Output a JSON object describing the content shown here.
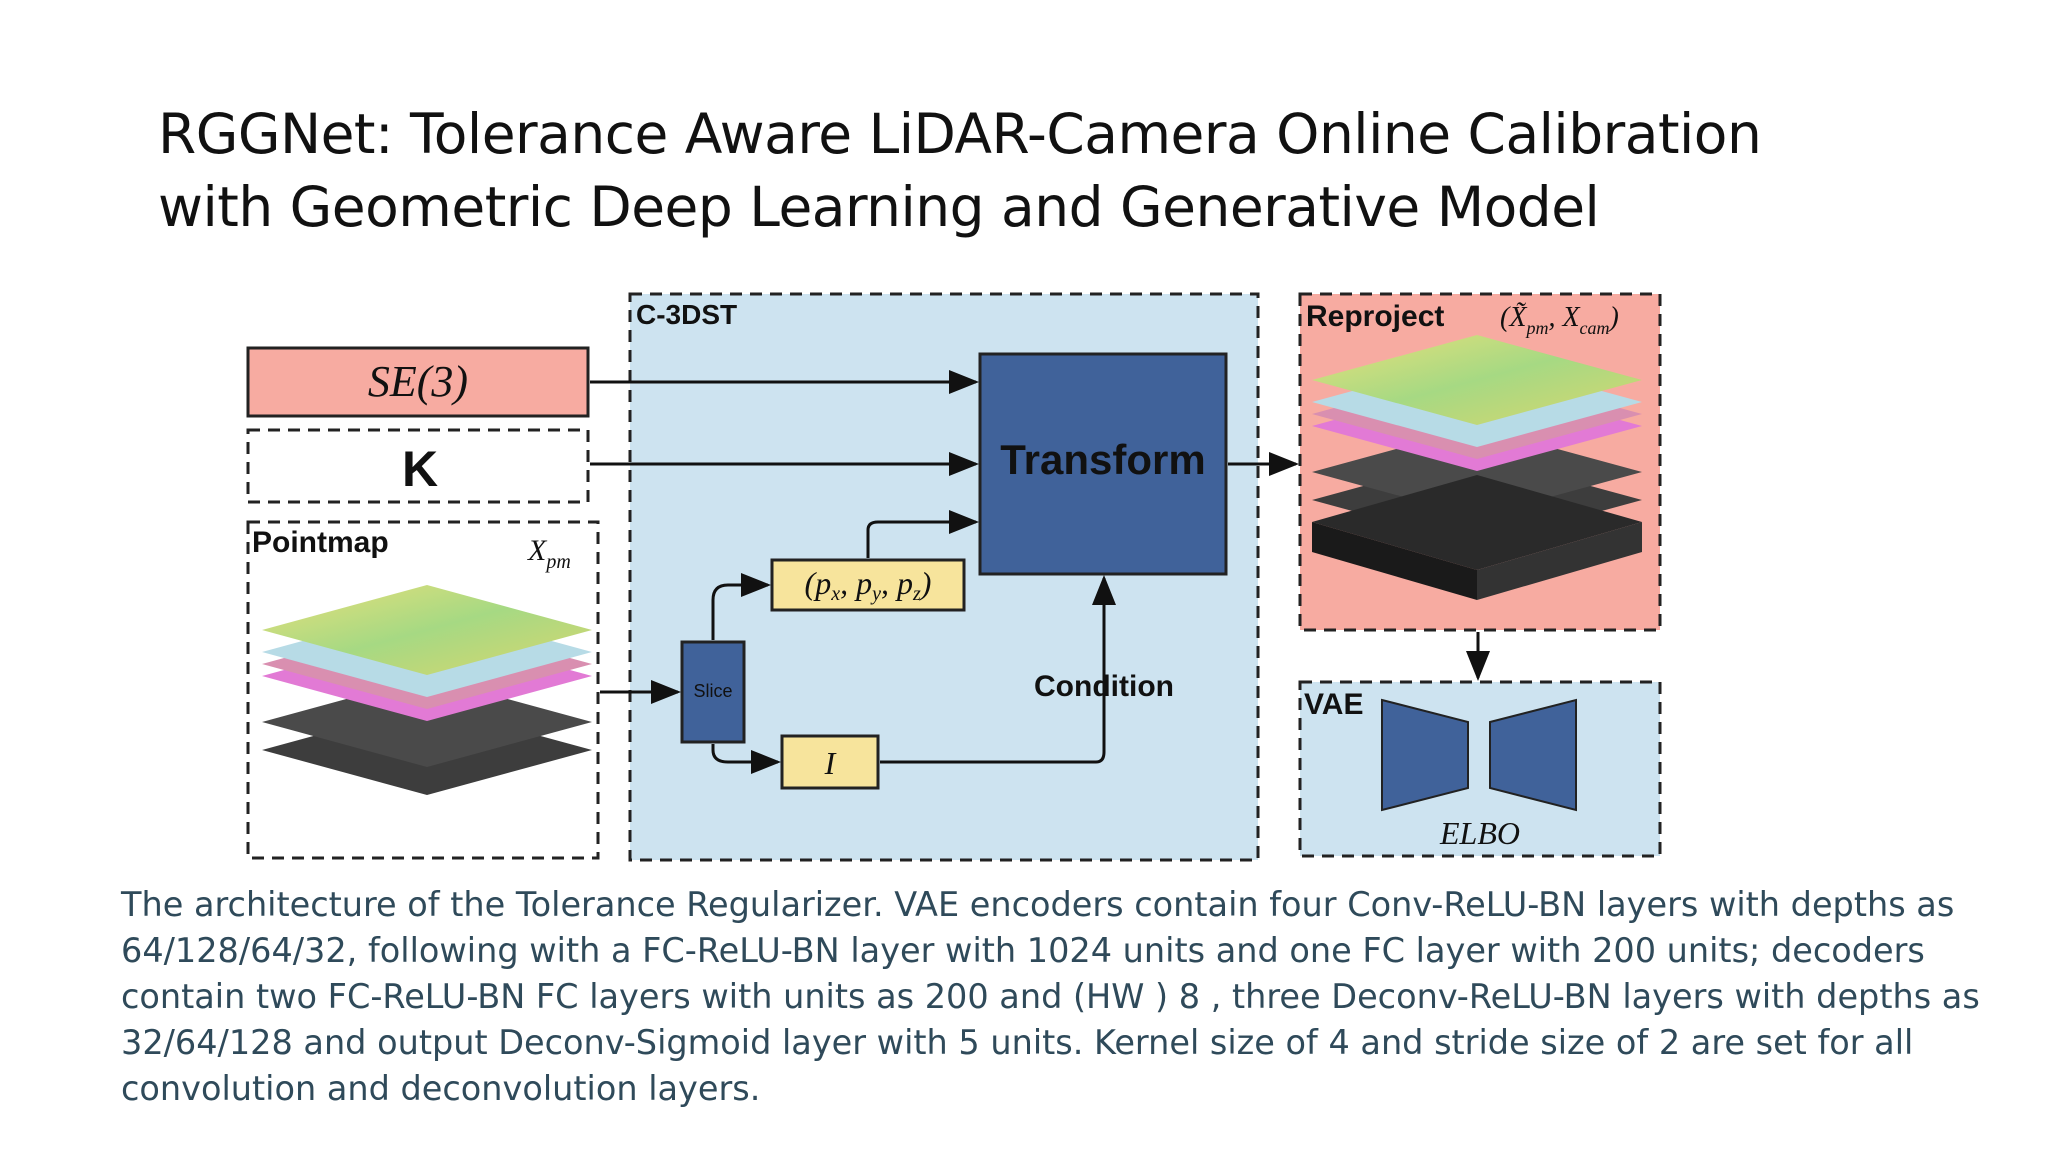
{
  "slide": {
    "title_line1": "RGGNet: Tolerance Aware LiDAR-Camera Online Calibration",
    "title_line2": "with Geometric Deep Learning and Generative Model",
    "caption": "The architecture of the Tolerance Regularizer. VAE encoders contain four Conv-ReLU-BN layers with depths as 64/128/64/32, following with a FC-ReLU-BN layer with 1024 units and one FC layer with 200 units; decoders contain two FC-ReLU-BN FC layers with units as 200 and (HW ) 8 , three Deconv-ReLU-BN layers with depths as 32/64/128 and output Deconv-Sigmoid layer with 5 units. Kernel size of 4 and stride size of 2 are set for all convolution and deconvolution layers."
  },
  "diagram": {
    "se3": "SE(3)",
    "k": "K",
    "pointmap_label": "Pointmap",
    "pointmap_symbol": "X",
    "pointmap_symbol_sub": "pm",
    "c3dst_label": "C-3DST",
    "transform_label": "Transform",
    "slice_label": "Slice",
    "pxyz_label": "(p",
    "i_label": "I",
    "condition_label": "Condition",
    "reproject_label": "Reproject",
    "reproject_symbol": "(X̃",
    "vae_label": "VAE",
    "elbo_label": "ELBO"
  },
  "colors": {
    "pink": "#f7aba1",
    "light_blue": "#cde3f0",
    "dark_blue": "#40629a",
    "yellow": "#f7e49c",
    "caption_text": "#2f4a5a"
  }
}
